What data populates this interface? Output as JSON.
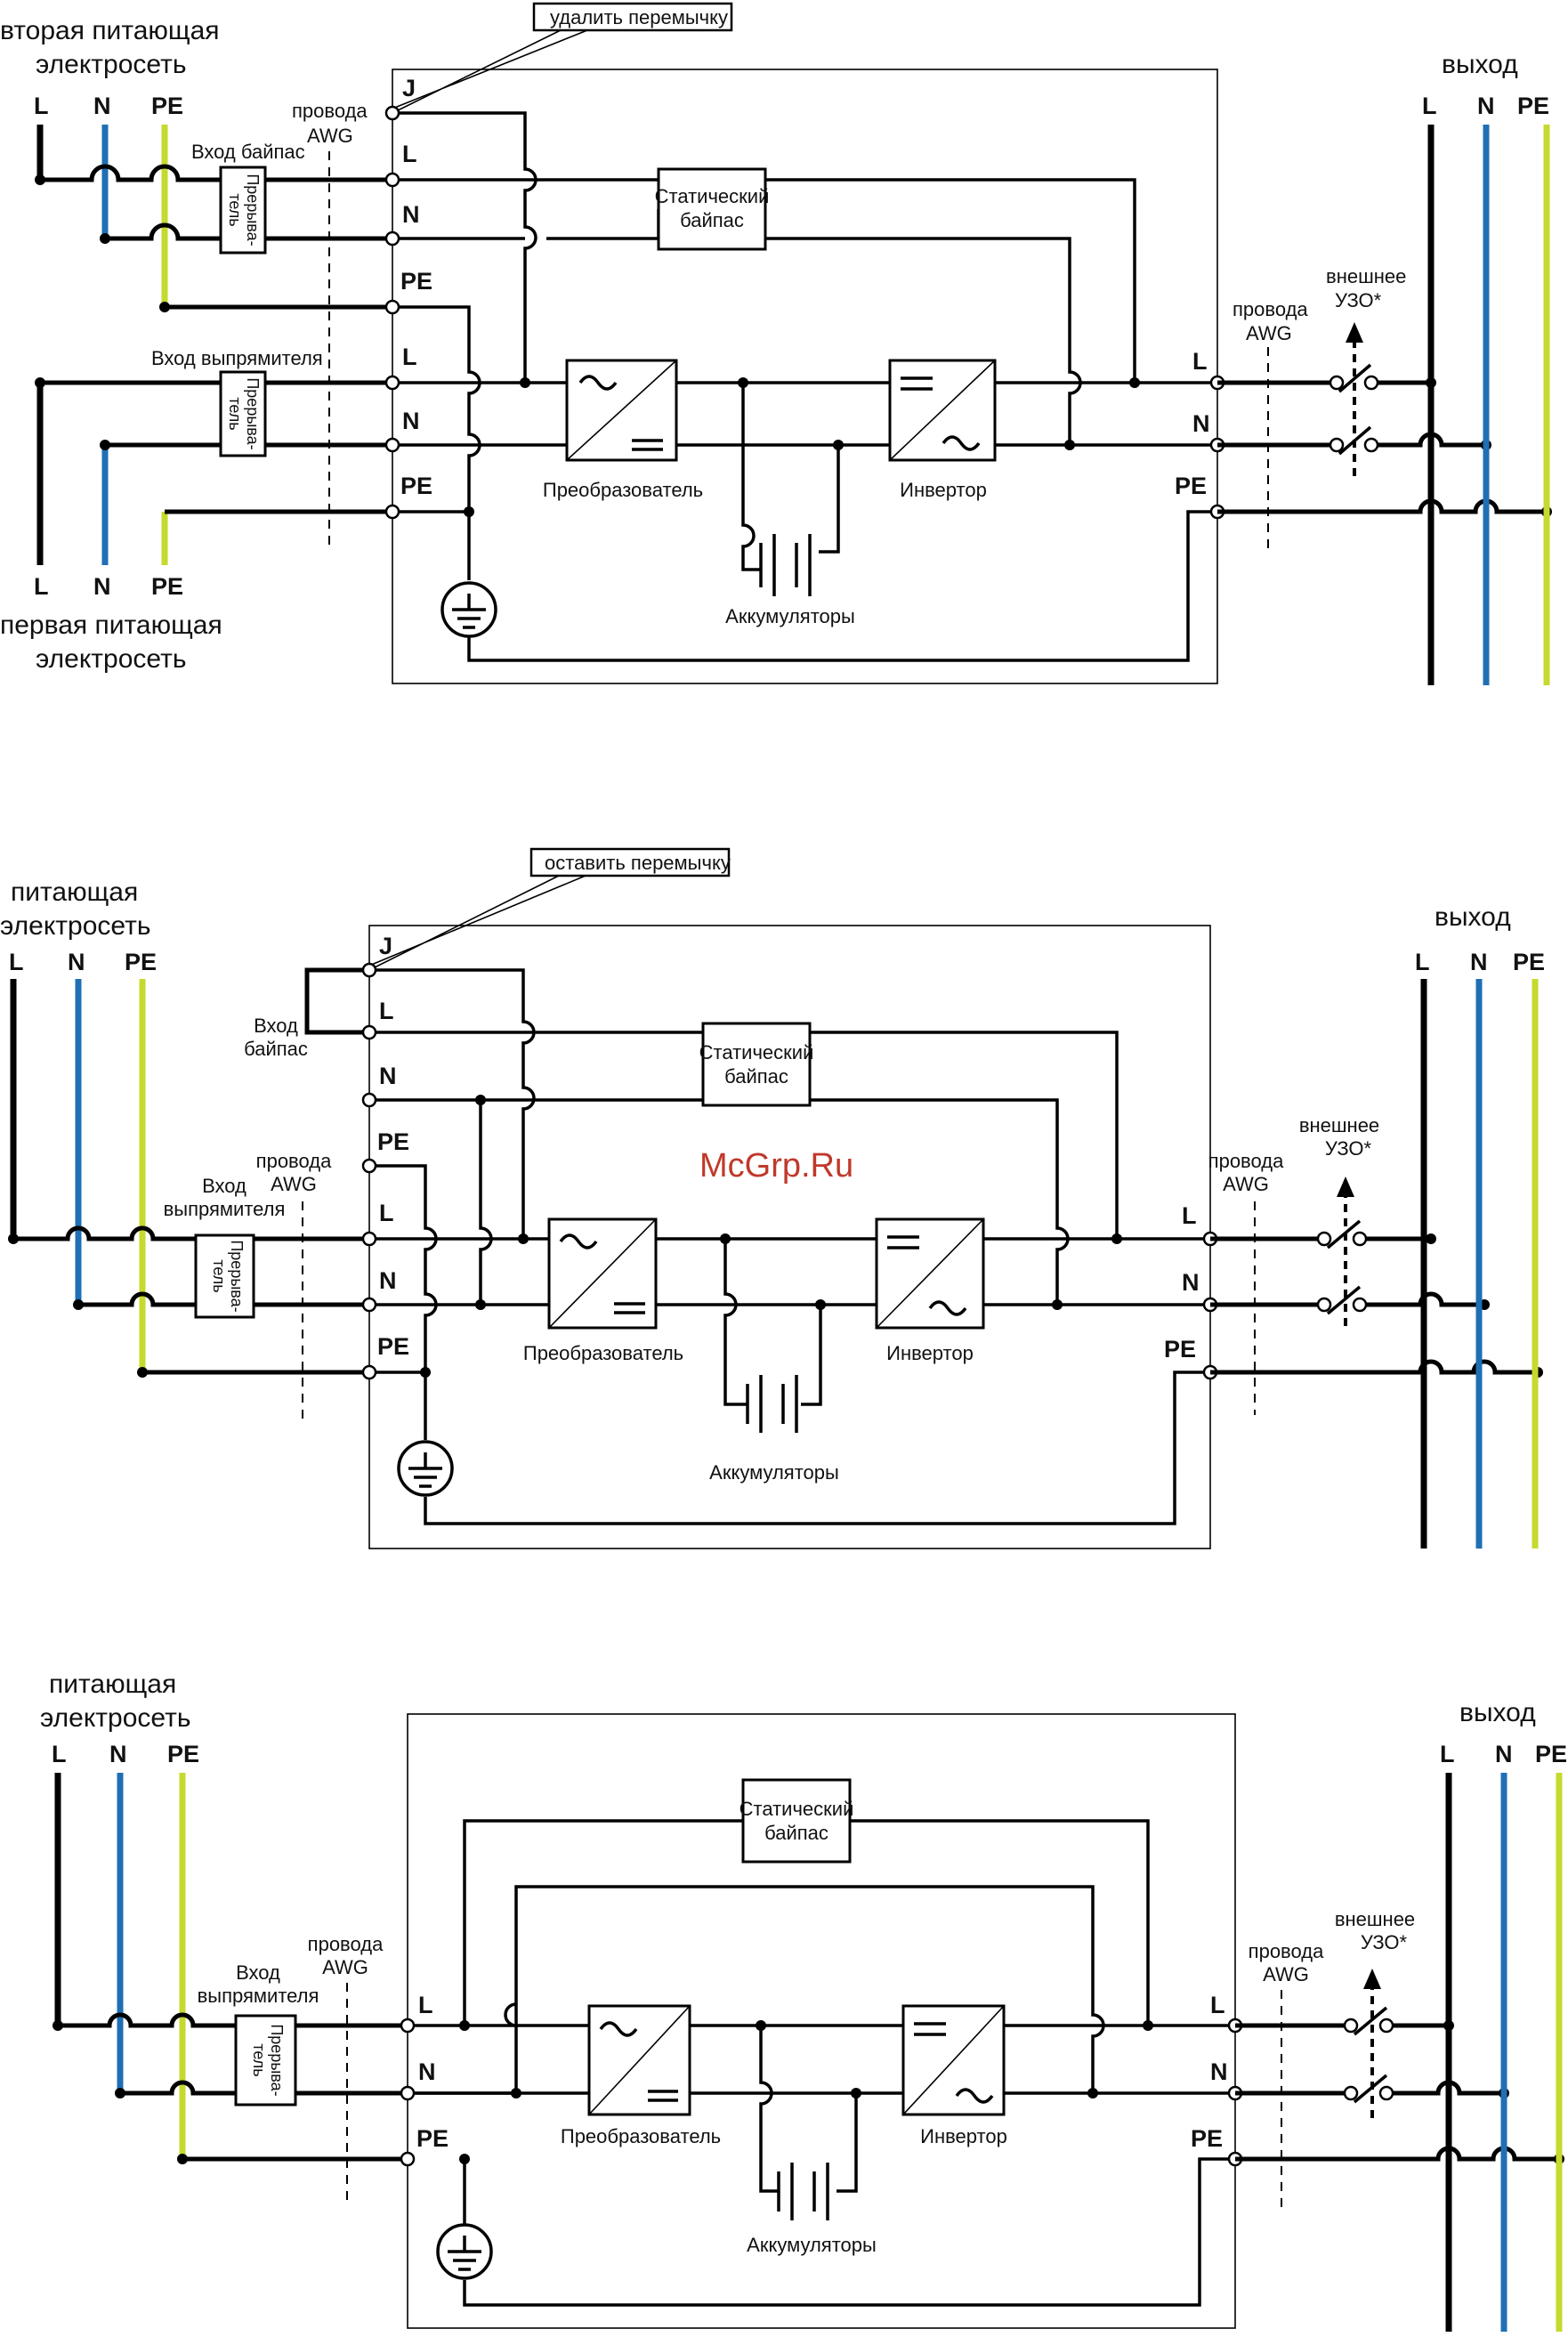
{
  "watermark": "McGrp.Ru",
  "common": {
    "L": "L",
    "N": "N",
    "PE": "PE",
    "J": "J",
    "output": "выход",
    "awg_1": "провода",
    "awg_2": "AWG",
    "rcd_1": "внешнее",
    "rcd_2": "УЗО*",
    "bypass_1": "Статический",
    "bypass_2": "байпас",
    "breaker_1": "Прерыва-",
    "breaker_2": "тель",
    "rectifier": "Преобразователь",
    "inverter": "Инвертор",
    "batteries": "Аккумуляторы"
  },
  "d1": {
    "callout": "удалить перемычку",
    "grid2_1": "вторая питающая",
    "grid2_2": "электросеть",
    "grid1_1": "первая питающая",
    "grid1_2": "электросеть",
    "bypass_input": "Вход байпас",
    "rect_input": "Вход выпрямителя"
  },
  "d2": {
    "callout": "оставить перемычку",
    "grid_1": "питающая",
    "grid_2": "электросеть",
    "bypass_in_1": "Вход",
    "bypass_in_2": "байпас",
    "rect_in_1": "Вход",
    "rect_in_2": "выпрямителя"
  },
  "d3": {
    "grid_1": "питающая",
    "grid_2": "электросеть",
    "rect_in_1": "Вход",
    "rect_in_2": "выпрямителя"
  }
}
